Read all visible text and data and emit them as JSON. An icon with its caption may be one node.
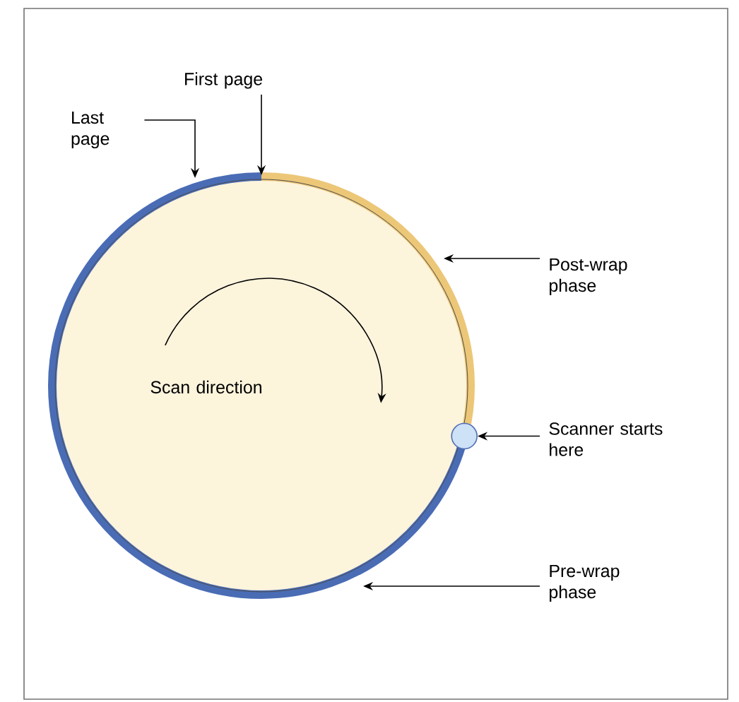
{
  "diagram": {
    "nodes": [
      {
        "text": [
          "First page"
        ]
      },
      {
        "text": [
          "Last page"
        ]
      },
      {
        "text": [
          "Post-wrap phase"
        ]
      },
      {
        "text": [
          "Scan direction"
        ]
      },
      {
        "text": [],
        "shape": "circle"
      },
      {
        "text": [
          "Scanner starts here"
        ]
      },
      {
        "text": [
          "Pre-wrap phase"
        ]
      }
    ],
    "edges": [
      {
        "from": 0,
        "to": 3,
        "arrow": "to"
      },
      {
        "from": 1,
        "to": 3,
        "arrow": "to"
      },
      {
        "from": 2,
        "to": 3,
        "arrow": "to"
      },
      {
        "from": 5,
        "to": 4,
        "arrow": "to"
      },
      {
        "from": 6,
        "to": 3,
        "arrow": "to"
      }
    ]
  }
}
